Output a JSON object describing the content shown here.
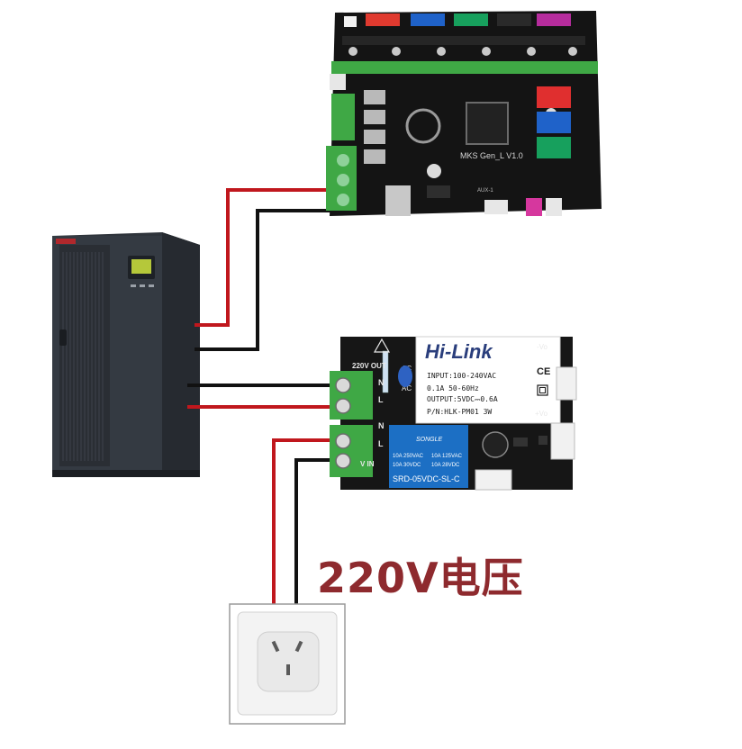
{
  "voltage_label": "220V电压",
  "controller_board": {
    "model_text": "MKS Gen_L V1.0",
    "aux_text": "AUX-1"
  },
  "power_module": {
    "brand": "Hi-Link",
    "ac_label_top": "AC",
    "ac_label_bottom": "AC",
    "spec_input": "INPUT:100-240VAC",
    "spec_current": "0.1A 50-60Hz",
    "spec_output": "OUTPUT:5VDC⎓0.6A",
    "spec_part": "P/N:HLK-PM01 3W",
    "minus_vo": "-Vo",
    "plus_vo": "+Vo",
    "ce_mark": "CE"
  },
  "relay_board": {
    "out_label": "220V OUT",
    "in_label": "V IN",
    "terminal_n": "N",
    "terminal_l": "L"
  },
  "relay": {
    "brand": "SONGLE",
    "rating_left_1": "10A 250VAC",
    "rating_right_1": "10A 125VAC",
    "rating_left_2": "10A 30VDC",
    "rating_right_2": "10A 28VDC",
    "part_number": "SRD-05VDC-SL-C"
  },
  "colors": {
    "live_wire": "#c0171d",
    "neutral_wire": "#111111",
    "label_color": "#8e2a2e",
    "terminal_green": "#3fa845",
    "relay_blue": "#1c6fc4"
  }
}
